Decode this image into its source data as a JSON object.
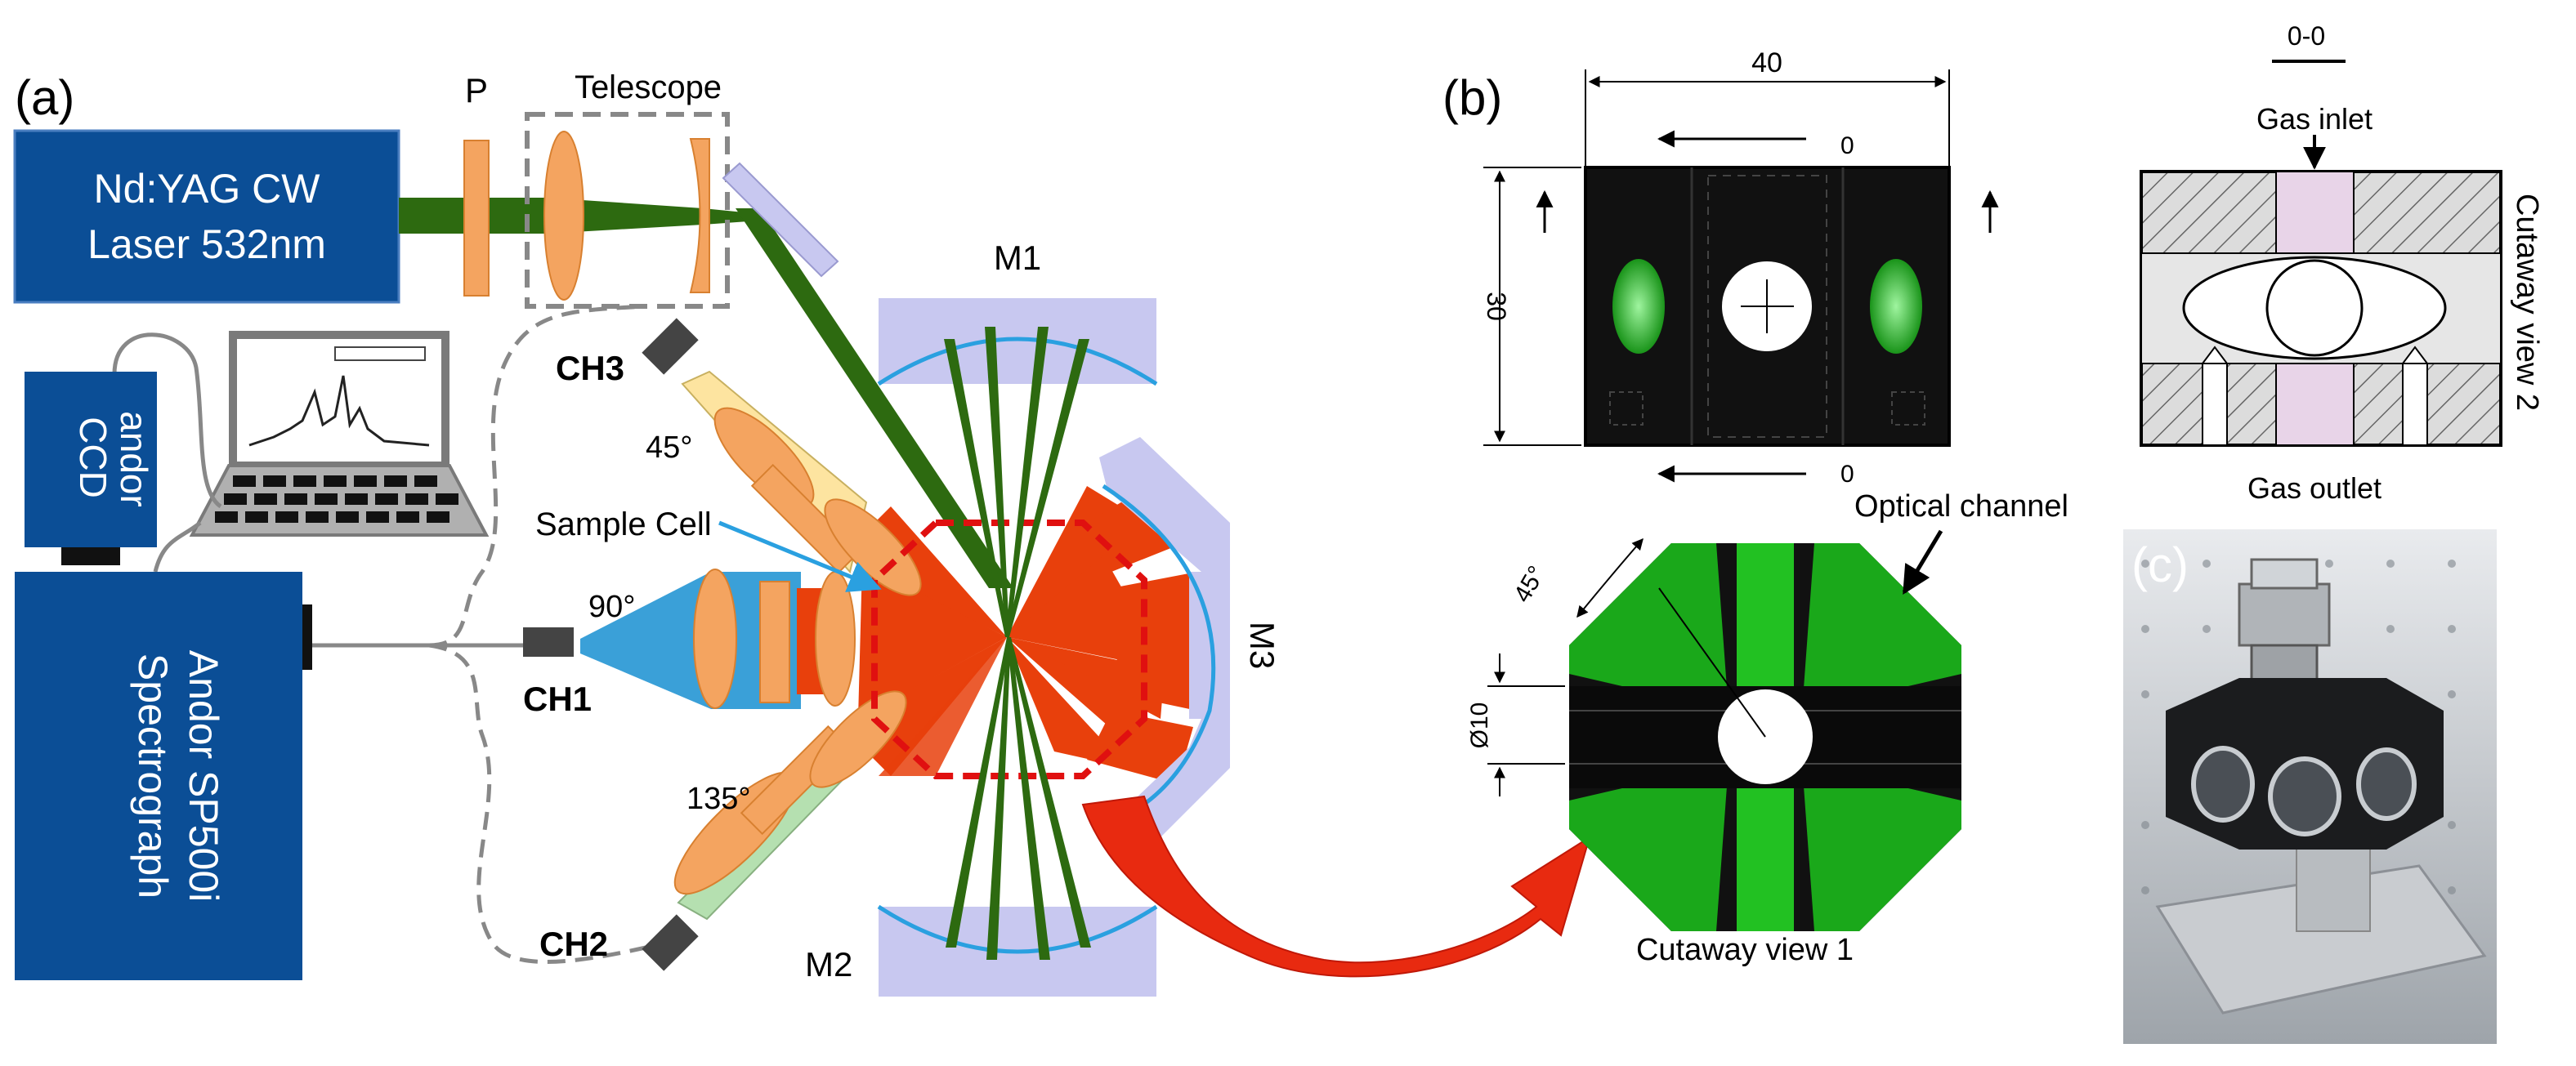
{
  "panel_labels": {
    "a": "(a)",
    "b": "(b)",
    "c": "(c)"
  },
  "panel_a": {
    "laser_line1": "Nd:YAG CW",
    "laser_line2": "Laser 532nm",
    "polarizer": "P",
    "telescope": "Telescope",
    "ccd_line1": "CCD",
    "ccd_line2": "andor",
    "spectrograph_line1": "Spectrograph",
    "spectrograph_line2": "Andor SP500i",
    "sample_cell": "Sample Cell",
    "mirror_m1": "M1",
    "mirror_m2": "M2",
    "mirror_m3": "M3",
    "channel_ch1": "CH1",
    "channel_ch2": "CH2",
    "channel_ch3": "CH3",
    "angle_ch1": "90°",
    "angle_ch2": "135°",
    "angle_ch3": "45°"
  },
  "panel_b": {
    "width_dim": "40",
    "height_dim": "30",
    "section_mark_top": "0",
    "section_mark_bottom": "0",
    "section_title": "0-0",
    "gas_inlet": "Gas inlet",
    "gas_outlet": "Gas outlet",
    "cutaway2": "Cutaway view 2",
    "optical_channel": "Optical channel",
    "angle_45": "45°",
    "diameter": "Ø10",
    "cutaway1": "Cutaway view 1"
  },
  "colors": {
    "panel_blue": "#0b4e96",
    "laser_green": "#2d6a10",
    "lens_orange": "#f4a460",
    "beam_red": "#e8400c",
    "mirror_lavender": "#c8c8f0",
    "channel_green": "#22c122",
    "ch1_blue": "#3aa0d8",
    "ch2_green": "#b5e0b0",
    "ch3_yellow": "#fde4a0"
  },
  "icons": [
    "laptop-icon",
    "detector-icon",
    "curved-arrow-icon",
    "black-arrow-icon"
  ]
}
